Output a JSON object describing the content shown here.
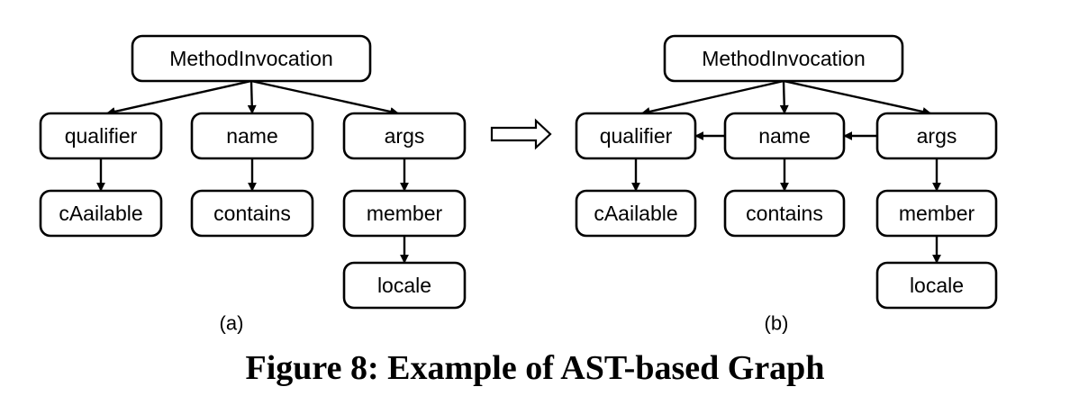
{
  "figure": {
    "caption": "Figure 8: Example of AST-based Graph"
  },
  "panels": [
    {
      "id": "a",
      "label": "(a)",
      "nodes": {
        "root": "MethodInvocation",
        "qualifier": "qualifier",
        "name": "name",
        "args": "args",
        "cAailable": "cAailable",
        "contains": "contains",
        "member": "member",
        "locale": "locale"
      },
      "edges": [
        [
          "root",
          "qualifier"
        ],
        [
          "root",
          "name"
        ],
        [
          "root",
          "args"
        ],
        [
          "qualifier",
          "cAailable"
        ],
        [
          "name",
          "contains"
        ],
        [
          "args",
          "member"
        ],
        [
          "member",
          "locale"
        ]
      ]
    },
    {
      "id": "b",
      "label": "(b)",
      "nodes": {
        "root": "MethodInvocation",
        "qualifier": "qualifier",
        "name": "name",
        "args": "args",
        "cAailable": "cAailable",
        "contains": "contains",
        "member": "member",
        "locale": "locale"
      },
      "edges": [
        [
          "root",
          "qualifier"
        ],
        [
          "root",
          "name"
        ],
        [
          "root",
          "args"
        ],
        [
          "name",
          "qualifier"
        ],
        [
          "args",
          "name"
        ],
        [
          "qualifier",
          "cAailable"
        ],
        [
          "name",
          "contains"
        ],
        [
          "args",
          "member"
        ],
        [
          "member",
          "locale"
        ]
      ]
    }
  ]
}
